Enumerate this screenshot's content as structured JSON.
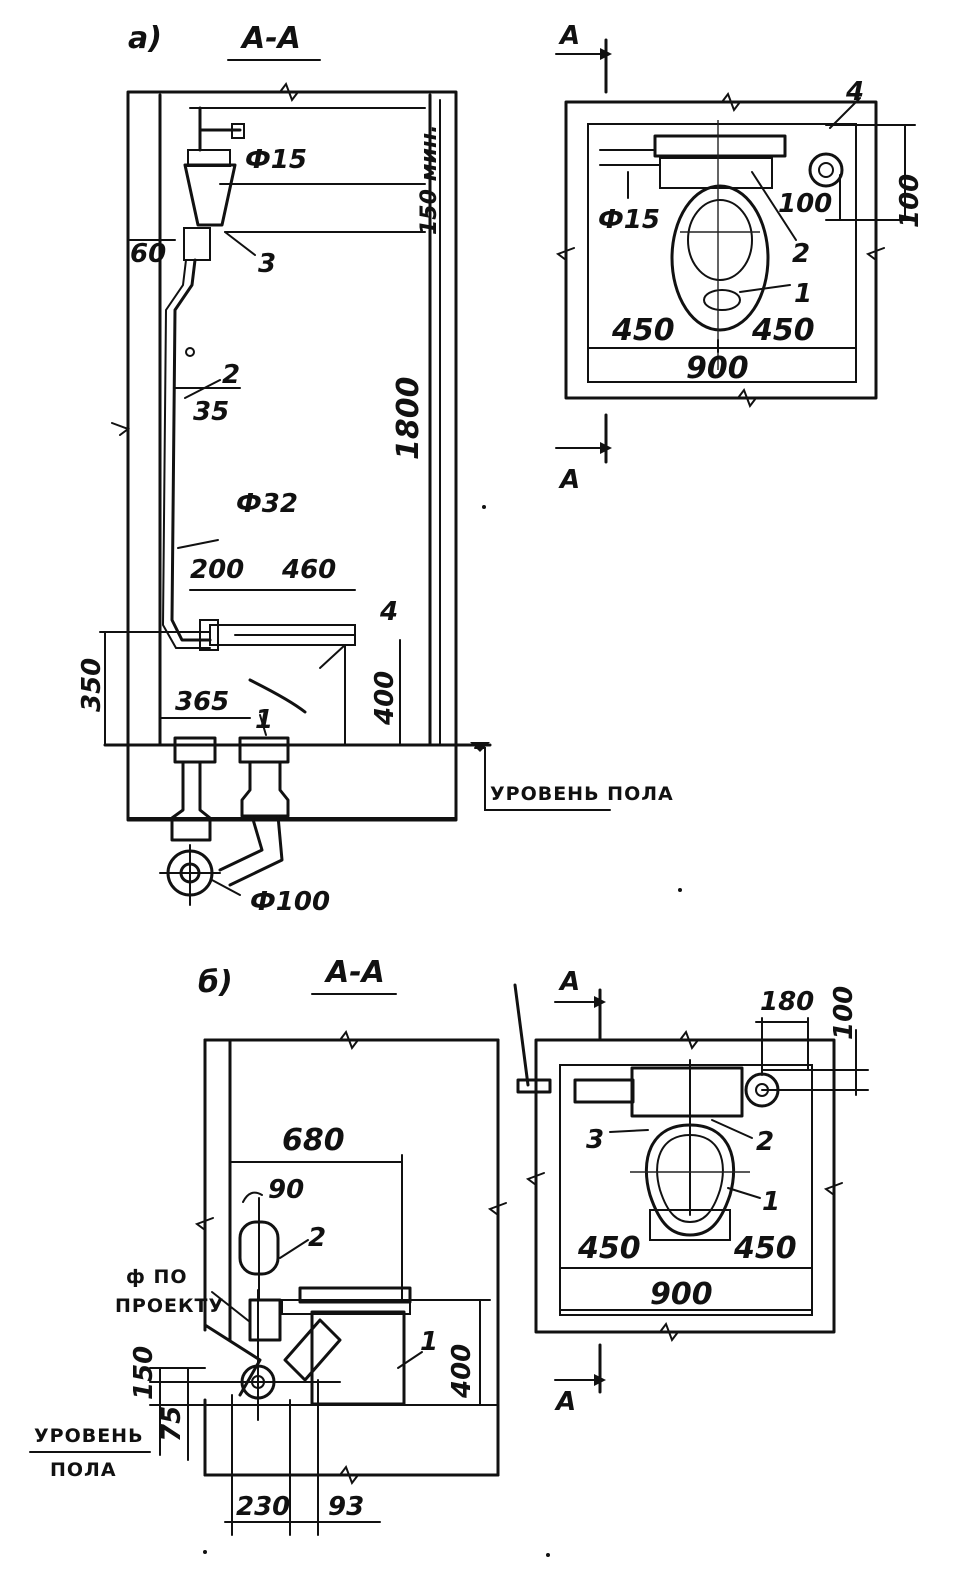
{
  "drawing_a": {
    "label": "a)",
    "section_title": "А-А",
    "dims": {
      "d15": "Ф15",
      "d32": "Ф32",
      "d100": "Ф100",
      "v60": "60",
      "v35": "35",
      "v1800": "1800",
      "v200": "200",
      "v460": "460",
      "v350": "350",
      "v365": "365",
      "v400": "400",
      "vmin": "150 мин."
    },
    "callouts": {
      "c1": "1",
      "c2": "2",
      "c3": "3",
      "c4": "4"
    },
    "floor_level": "УРОВЕНЬ ПОЛА"
  },
  "plan_a": {
    "cut_top": "А",
    "cut_bottom": "А",
    "dims": {
      "d15": "Ф15",
      "v100a": "100",
      "v100b": "100",
      "v450l": "450",
      "v450r": "450",
      "v900": "900"
    },
    "callouts": {
      "c1": "1",
      "c2": "2",
      "c4": "4"
    }
  },
  "drawing_b": {
    "label": "б)",
    "section_title": "А-А",
    "dims": {
      "v680": "680",
      "v90": "90",
      "v150": "150",
      "v75": "75",
      "v400": "400",
      "v230": "230",
      "v93": "93"
    },
    "callouts": {
      "c1": "1",
      "c2": "2"
    },
    "pipe_note_line1": "ф ПО",
    "pipe_note_line2": "ПРОЕКТУ",
    "floor_line1": "УРОВЕНЬ",
    "floor_line2": "ПОЛА"
  },
  "plan_b": {
    "cut_top": "А",
    "cut_bottom": "А",
    "dims": {
      "v180": "180",
      "v100": "100",
      "v450l": "450",
      "v450r": "450",
      "v900": "900"
    },
    "callouts": {
      "c1": "1",
      "c2": "2",
      "c3": "3"
    }
  }
}
